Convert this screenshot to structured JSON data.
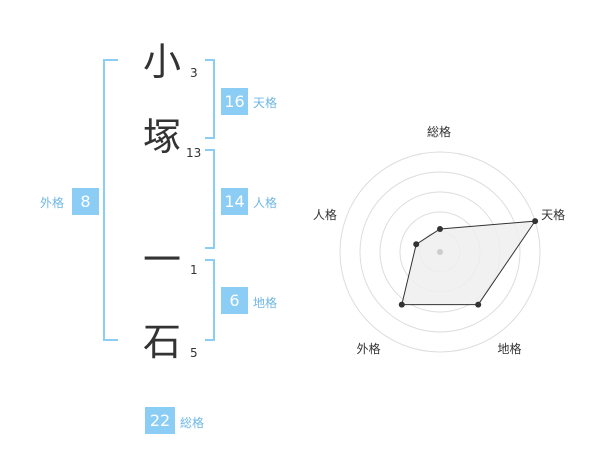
{
  "name": {
    "chars": [
      {
        "char": "小",
        "strokes": "3"
      },
      {
        "char": "塚",
        "strokes": "13"
      },
      {
        "char": "一",
        "strokes": "1"
      },
      {
        "char": "石",
        "strokes": "5"
      }
    ]
  },
  "kaku": {
    "tenkaku": {
      "value": "16",
      "label": "天格"
    },
    "jinkaku": {
      "value": "14",
      "label": "人格"
    },
    "chikaku": {
      "value": "6",
      "label": "地格"
    },
    "gaikaku": {
      "value": "8",
      "label": "外格"
    },
    "soukaku": {
      "value": "22",
      "label": "総格"
    }
  },
  "radar": {
    "axes": [
      "総格",
      "天格",
      "地格",
      "外格",
      "人格"
    ],
    "values": [
      0.23,
      1.0,
      0.65,
      0.65,
      0.25
    ],
    "colors": {
      "fill": "#efefef",
      "stroke": "#333333",
      "grid": "#dddddd",
      "center": "#cccccc"
    }
  },
  "colors": {
    "accent": "#8ccdf5",
    "bracket": "#8ccdf5",
    "label": "#6fb7e6"
  }
}
